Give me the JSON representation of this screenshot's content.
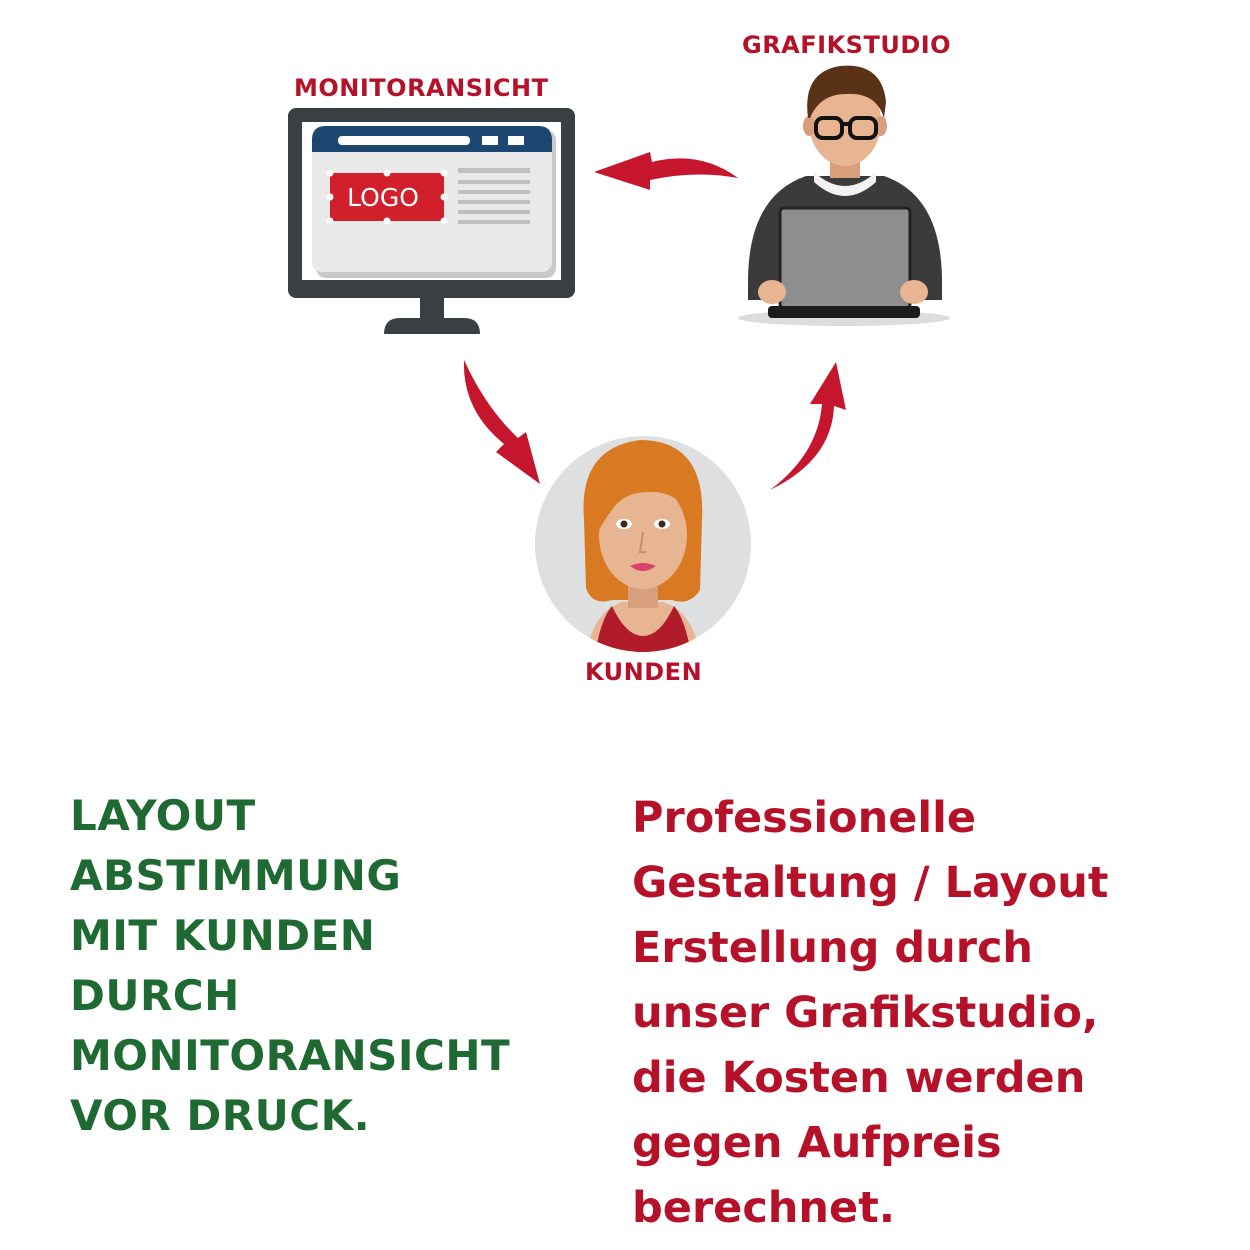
{
  "labels": {
    "monitor": "MONITORANSICHT",
    "studio": "GRAFIKSTUDIO",
    "kunden": "KUNDEN"
  },
  "monitor_screen": {
    "logo_text": "LOGO"
  },
  "left_text": {
    "lines": [
      "LAYOUT",
      "ABSTIMMUNG",
      "MIT KUNDEN",
      "DURCH",
      "MONITORANSICHT",
      "VOR DRUCK."
    ]
  },
  "right_text": {
    "lines": [
      "Professionelle",
      "Gestaltung / Layout",
      "Erstellung durch",
      "unser Grafikstudio,",
      "die Kosten werden",
      "gegen Aufpreis",
      "berechnet."
    ]
  },
  "colors": {
    "accent_red": "#b5122a",
    "accent_green": "#1e6a32",
    "logo_red": "#d11f2b",
    "monitor_dark": "#3a3f43",
    "browser_blue": "#1d4670",
    "hair_orange": "#d97a23"
  }
}
